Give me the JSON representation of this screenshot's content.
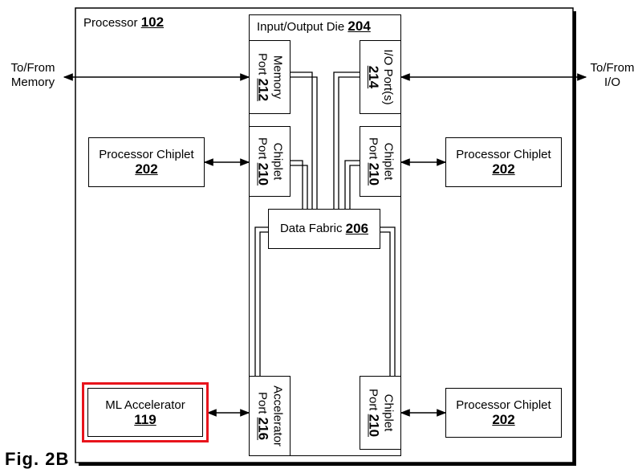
{
  "processor": {
    "label": "Processor",
    "ref": "102"
  },
  "io_die": {
    "label": "Input/Output Die",
    "ref": "204"
  },
  "memory_port": {
    "line1": "Memory",
    "line2": "Port",
    "ref": "212"
  },
  "io_port": {
    "line1": "I/O Port(s)",
    "ref": "214"
  },
  "chiplet_port_left": {
    "line1": "Chiplet",
    "line2": "Port",
    "ref": "210"
  },
  "chiplet_port_right": {
    "line1": "Chiplet",
    "line2": "Port",
    "ref": "210"
  },
  "chiplet_port_bottom": {
    "line1": "Chiplet",
    "line2": "Port",
    "ref": "210"
  },
  "accelerator_port": {
    "line1": "Accelerator",
    "line2": "Port",
    "ref": "216"
  },
  "data_fabric": {
    "label": "Data Fabric",
    "ref": "206"
  },
  "chiplet_left": {
    "label": "Processor Chiplet",
    "ref": "202"
  },
  "chiplet_right": {
    "label": "Processor Chiplet",
    "ref": "202"
  },
  "chiplet_bottom_right": {
    "label": "Processor Chiplet",
    "ref": "202"
  },
  "ml_accelerator": {
    "label": "ML Accelerator",
    "ref": "119",
    "highlight_color": "#e8141c"
  },
  "to_from_memory": {
    "line1": "To/From",
    "line2": "Memory"
  },
  "to_from_io": {
    "line1": "To/From",
    "line2": "I/O"
  },
  "figure": {
    "label": "Fig. 2B"
  }
}
